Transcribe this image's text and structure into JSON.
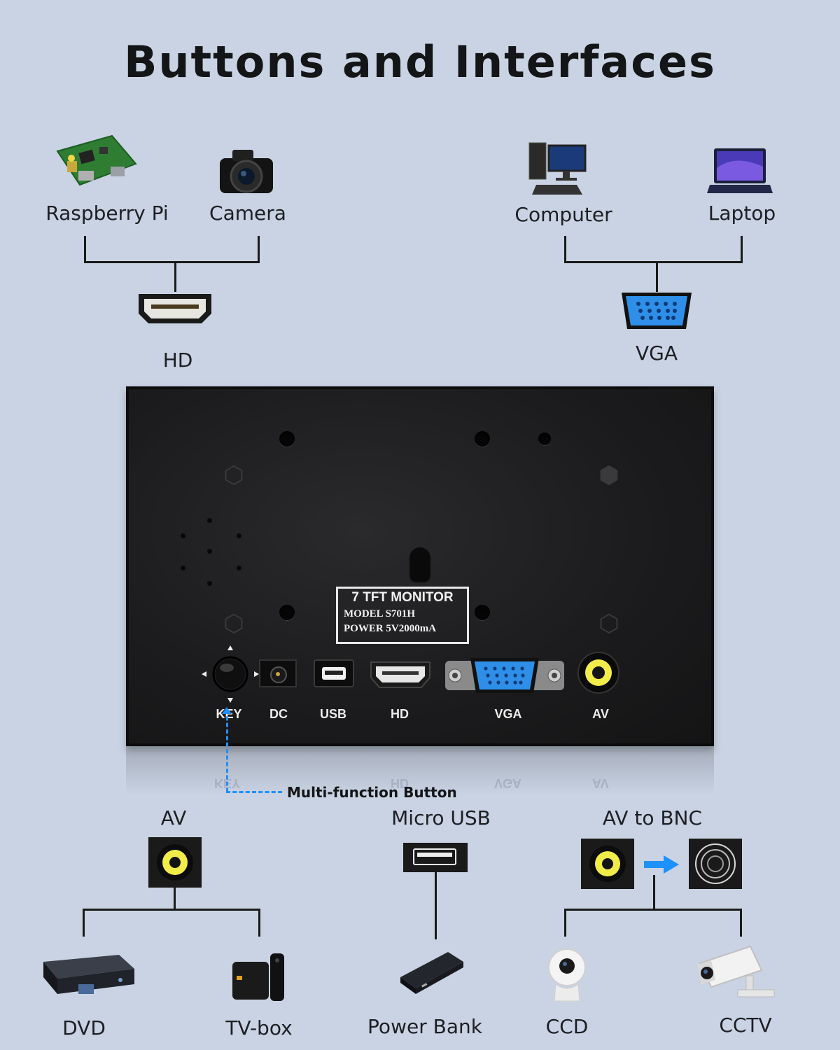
{
  "title": "Buttons and Interfaces",
  "top_left": {
    "devices": [
      "Raspberry Pi",
      "Camera"
    ],
    "port": "HD"
  },
  "top_right": {
    "devices": [
      "Computer",
      "Laptop"
    ],
    "port": "VGA"
  },
  "monitor": {
    "plate_title": "7  TFT MONITOR",
    "plate_model": "MODEL  S701H",
    "plate_power": "POWER  5V2000mA",
    "ports": [
      "KEY",
      "DC",
      "USB",
      "HD",
      "VGA",
      "AV"
    ],
    "callout": "Multi-function Button"
  },
  "bottom": {
    "av": {
      "heading": "AV",
      "devices": [
        "DVD",
        "TV-box"
      ]
    },
    "micro_usb": {
      "heading": "Micro USB",
      "device": "Power Bank"
    },
    "av_bnc": {
      "heading": "AV to BNC",
      "devices": [
        "CCD",
        "CCTV"
      ]
    }
  },
  "colors": {
    "background": "#c9d3e3",
    "accent": "#1e90ff",
    "vga_blue": "#2f8fe8",
    "av_yellow": "#f2ec4a"
  }
}
